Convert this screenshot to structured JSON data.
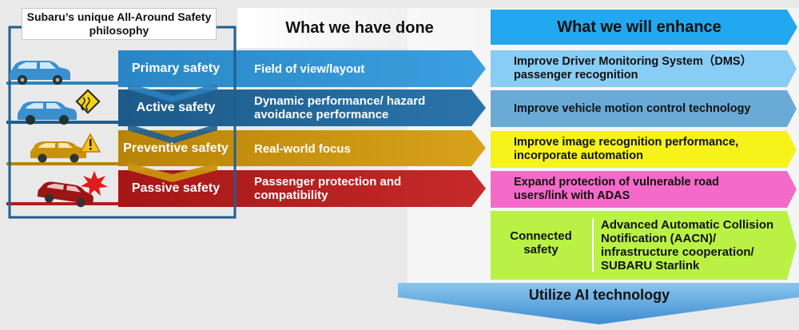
{
  "philosophy_title": "Subaru’s unique All-Around Safety philosophy",
  "headers": {
    "done": "What we have done",
    "enhance": "What we will enhance"
  },
  "rows": [
    {
      "category": "Primary safety",
      "done": "Field of view/layout",
      "enhance": "Improve Driver Monitoring System（DMS） passenger recognition",
      "color": "#2e86c1",
      "enhance_color": "#88cdf5"
    },
    {
      "category": "Active safety",
      "done": "Dynamic performance/ hazard avoidance performance",
      "enhance": "Improve vehicle motion control technology",
      "color": "#1f5f8f",
      "enhance_color": "#6aaad6"
    },
    {
      "category": "Preventive safety",
      "done": "Real-world focus",
      "enhance": "Improve image recognition performance, incorporate automation",
      "color": "#c9920d",
      "enhance_color": "#f6f21a"
    },
    {
      "category": "Passive safety",
      "done": "Passenger protection and compatibility",
      "enhance": "Expand protection of vulnerable road users/link with ADAS",
      "color": "#b51c1c",
      "enhance_color": "#f46ac8"
    }
  ],
  "connected": {
    "label": "Connected safety",
    "text": "Advanced Automatic Collision Notification (AACN)/ infrastructure cooperation/ SUBARU Starlink",
    "color": "#b9f244"
  },
  "bottom_banner": "Utilize AI technology",
  "colors": {
    "header_enhance": "#22a8ee",
    "frame": "#1f5f8f",
    "bottom_arrow": "#5aa3d8"
  },
  "icons": [
    "car-icon",
    "car-skid-warning-icon",
    "car-warning-icon",
    "car-crash-icon"
  ]
}
